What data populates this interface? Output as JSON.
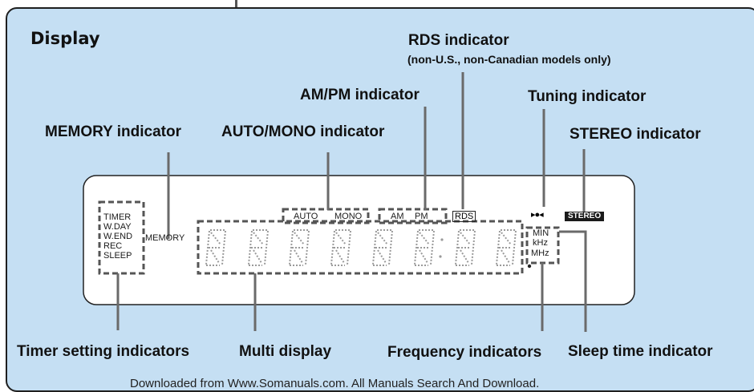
{
  "title": "Display",
  "labels": {
    "rds": "RDS indicator",
    "rds_note": "(non-U.S., non-Canadian models only)",
    "ampm": "AM/PM indicator",
    "tuning": "Tuning indicator",
    "memory": "MEMORY indicator",
    "automono": "AUTO/MONO indicator",
    "stereo": "STEREO indicator",
    "timer_setting": "Timer setting indicators",
    "multi": "Multi display",
    "frequency": "Frequency indicators",
    "sleep": "Sleep time indicator"
  },
  "display": {
    "timer_items": [
      "TIMER",
      "W.DAY",
      "W.END",
      "REC",
      "SLEEP"
    ],
    "memory": "MEMORY",
    "auto": "AUTO",
    "mono": "MONO",
    "am": "AM",
    "pm": "PM",
    "rds": "RDS",
    "tuning_icon": "▸●◂",
    "stereo": "STEREO",
    "min": "MIN",
    "khz": "kHz",
    "mhz": "MHz"
  },
  "footer": "Downloaded from Www.Somanuals.com. All Manuals Search And Download."
}
